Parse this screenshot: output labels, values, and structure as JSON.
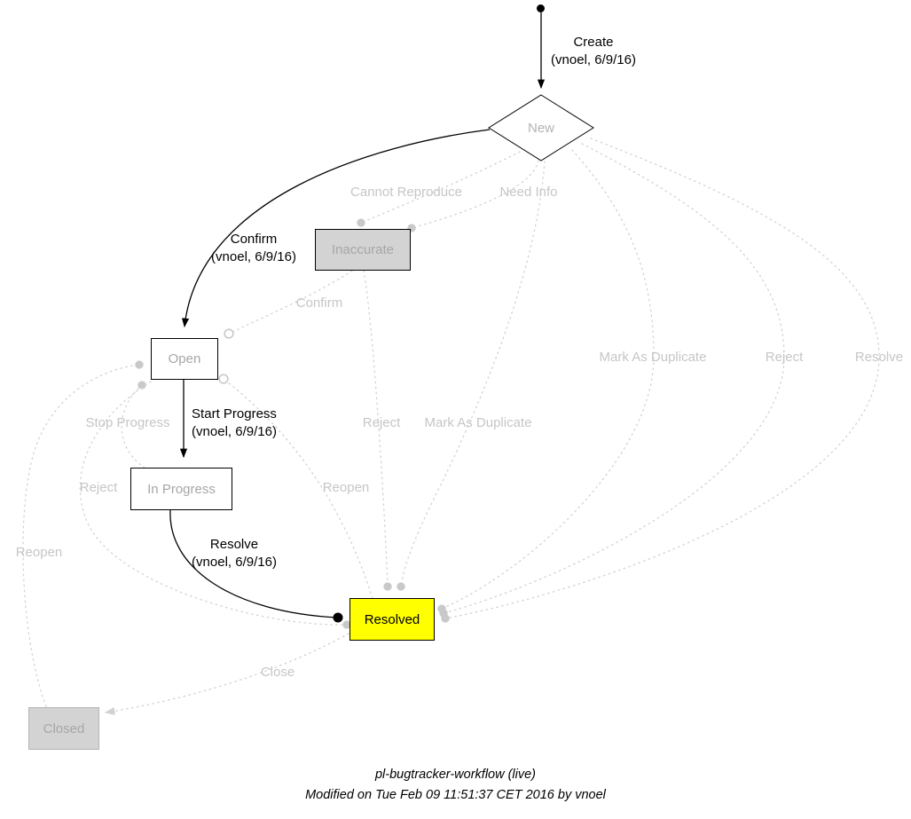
{
  "diagram": {
    "nodes": {
      "new": "New",
      "inaccurate": "Inaccurate",
      "open": "Open",
      "in_progress": "In Progress",
      "resolved": "Resolved",
      "closed": "Closed"
    },
    "edge_labels": {
      "create": "Create",
      "create_meta": "(vnoel, 6/9/16)",
      "cannot_reproduce": "Cannot Reproduce",
      "need_info": "Need Info",
      "confirm": "Confirm",
      "confirm_meta": "(vnoel, 6/9/16)",
      "confirm_inactive": "Confirm",
      "mark_as_duplicate_right": "Mark As Duplicate",
      "reject_right": "Reject",
      "resolve_right": "Resolve",
      "start_progress": "Start Progress",
      "start_progress_meta": "(vnoel, 6/9/16)",
      "stop_progress": "Stop Progress",
      "reject_mid": "Reject",
      "mark_as_duplicate_mid": "Mark As Duplicate",
      "reject_left": "Reject",
      "reopen_mid": "Reopen",
      "reopen_left": "Reopen",
      "resolve": "Resolve",
      "resolve_meta": "(vnoel, 6/9/16)",
      "close": "Close"
    }
  },
  "footer": {
    "title": "pl-bugtracker-workflow (live)",
    "modified": "Modified on Tue Feb 09 11:51:37 CET 2016 by vnoel"
  },
  "colors": {
    "active_edge": "#000000",
    "inactive_edge": "#d2d2d2",
    "inactive_edge_label": "#c6c6c6",
    "inactive_node_label": "#a6a6a6",
    "resolved_fill": "#ffff00",
    "disabled_node_fill": "#d3d3d3",
    "background": "#ffffff"
  }
}
